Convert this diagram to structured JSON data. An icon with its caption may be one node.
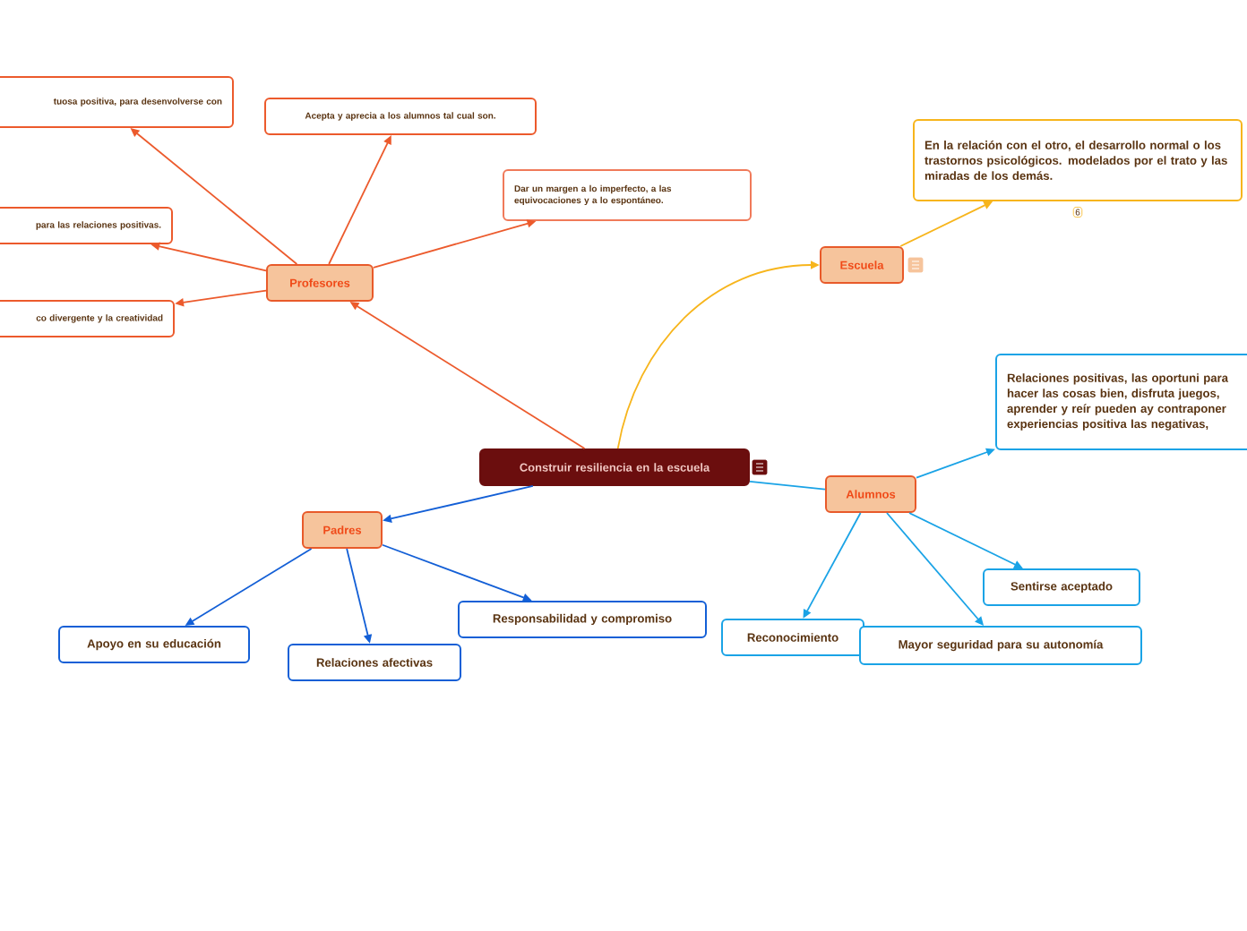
{
  "diagram": {
    "nodes": [
      {
        "text": [
          "Construir resiliencia en la escuela"
        ]
      },
      {
        "text": [
          "Profesores"
        ]
      },
      {
        "text": [
          "tuosa positiva, para desenvolverse con"
        ]
      },
      {
        "text": [
          "Acepta y aprecia a los alumnos tal cual son."
        ]
      },
      {
        "text": [
          "Dar un margen a lo imperfecto, a las equivocaciones y a lo espontáneo."
        ]
      },
      {
        "text": [
          "para las relaciones positivas."
        ]
      },
      {
        "text": [
          "co divergente y la creatividad"
        ]
      },
      {
        "text": [
          "Escuela"
        ]
      },
      {
        "text": [
          "En la relación con el otro, el desarrollo normal o los trastornos psicológicos. modelados por el trato y las miradas de los demás."
        ],
        "beside": [
          "6"
        ]
      },
      {
        "text": [
          "Alumnos"
        ]
      },
      {
        "text": [
          "Relaciones positivas, las oportuni para hacer las cosas bien, disfruta juegos, aprender y reír pueden ay contraponer experiencias positiva las negativas,"
        ]
      },
      {
        "text": [
          "Sentirse aceptado"
        ]
      },
      {
        "text": [
          "Reconocimiento"
        ]
      },
      {
        "text": [
          "Mayor seguridad para su autonomía"
        ]
      },
      {
        "text": [
          "Padres"
        ]
      },
      {
        "text": [
          "Apoyo en su educación"
        ]
      },
      {
        "text": [
          "Relaciones afectivas"
        ]
      },
      {
        "text": [
          "Responsabilidad y compromiso"
        ]
      }
    ],
    "edges": [
      {
        "from": 0,
        "to": 1,
        "arrow": "to",
        "color": "#ec5a2c"
      },
      {
        "from": 1,
        "to": 2,
        "arrow": "to",
        "color": "#ec5a2c"
      },
      {
        "from": 1,
        "to": 3,
        "arrow": "to",
        "color": "#ec5a2c"
      },
      {
        "from": 1,
        "to": 4,
        "arrow": "to",
        "color": "#ec5a2c"
      },
      {
        "from": 1,
        "to": 5,
        "arrow": "to",
        "color": "#ec5a2c"
      },
      {
        "from": 1,
        "to": 6,
        "arrow": "to",
        "color": "#ec5a2c"
      },
      {
        "from": 0,
        "to": 7,
        "arrow": "to",
        "color": "#f7b51c"
      },
      {
        "from": 7,
        "to": 8,
        "arrow": "to",
        "color": "#f7b51c"
      },
      {
        "from": 0,
        "to": 9,
        "arrow": "none",
        "color": "#1aa3e6"
      },
      {
        "from": 9,
        "to": 10,
        "arrow": "to",
        "color": "#1aa3e6"
      },
      {
        "from": 9,
        "to": 11,
        "arrow": "to",
        "color": "#1aa3e6"
      },
      {
        "from": 9,
        "to": 12,
        "arrow": "to",
        "color": "#1aa3e6"
      },
      {
        "from": 9,
        "to": 13,
        "arrow": "to",
        "color": "#1aa3e6"
      },
      {
        "from": 0,
        "to": 14,
        "arrow": "to",
        "color": "#135fd6"
      },
      {
        "from": 14,
        "to": 15,
        "arrow": "to",
        "color": "#135fd6"
      },
      {
        "from": 14,
        "to": 16,
        "arrow": "to",
        "color": "#135fd6"
      },
      {
        "from": 14,
        "to": 17,
        "arrow": "to",
        "color": "#135fd6"
      }
    ]
  }
}
